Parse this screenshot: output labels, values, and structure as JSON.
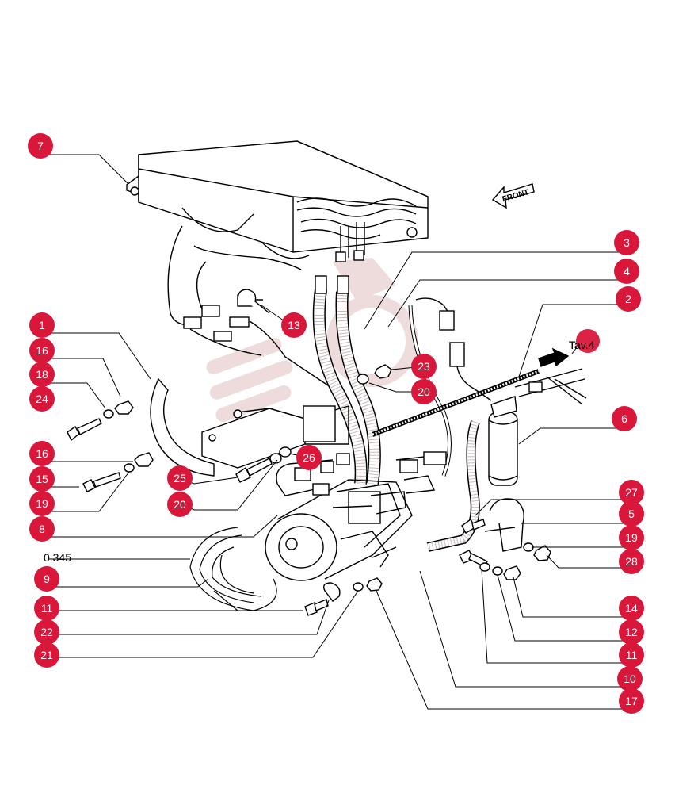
{
  "diagram": {
    "front_label": "FRONT",
    "ref_label": "Tav.4",
    "side_label": "0.345",
    "colors": {
      "callout": "#d9173b",
      "line": "#000000",
      "watermark": "#e8cfcf"
    },
    "callouts": [
      "7",
      "3",
      "4",
      "2",
      "1",
      "16",
      "18",
      "24",
      "13",
      "23",
      "20",
      "6",
      "16",
      "15",
      "19",
      "25",
      "20",
      "26",
      "8",
      "27",
      "5",
      "19",
      "28",
      "9",
      "11",
      "22",
      "21",
      "14",
      "12",
      "11",
      "10",
      "17"
    ]
  }
}
